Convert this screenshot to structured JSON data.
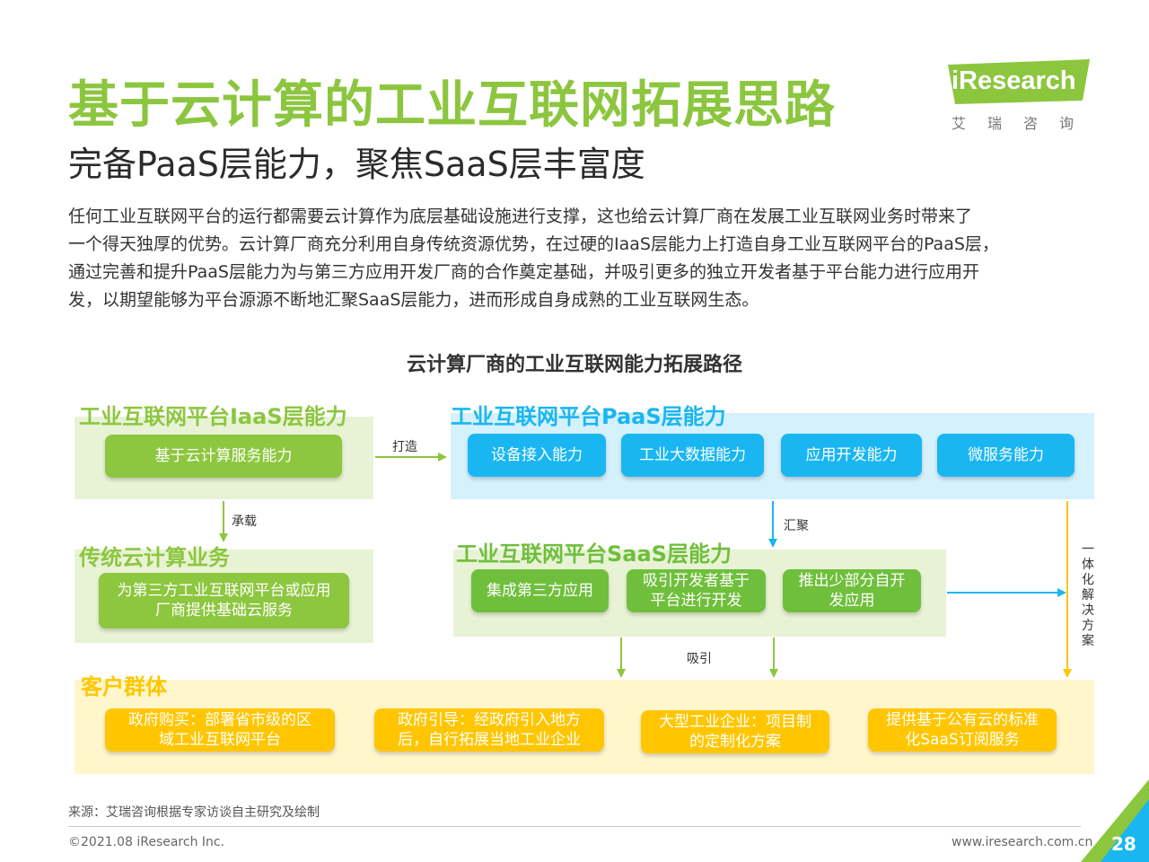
{
  "header": {
    "title": "基于云计算的工业互联网拓展思路",
    "subtitle": "完备PaaS层能力，聚焦SaaS层丰富度"
  },
  "body_lines": [
    "任何工业互联网平台的运行都需要云计算作为底层基础设施进行支撑，这也给云计算厂商在发展工业互联网业务时带来了",
    "一个得天独厚的优势。云计算厂商充分利用自身传统资源优势，在过硬的IaaS层能力上打造自身工业互联网平台的PaaS层，",
    "通过完善和提升PaaS层能力为与第三方应用开发厂商的合作奠定基础，并吸引更多的独立开发者基于平台能力进行应用开",
    "发，以期望能够为平台源源不断地汇聚SaaS层能力，进而形成自身成熟的工业互联网生态。"
  ],
  "logo": {
    "en": "iResearch",
    "cn": "艾瑞咨询"
  },
  "diagram": {
    "title": "云计算厂商的工业互联网能力拓展路径",
    "iaas": {
      "label": "工业互联网平台IaaS层能力",
      "items": [
        "基于云计算服务能力"
      ]
    },
    "traditional": {
      "label": "传统云计算业务",
      "items": [
        "为第三方工业互联网平台或应用厂商提供基础云服务"
      ]
    },
    "paas": {
      "label": "工业互联网平台PaaS层能力",
      "items": [
        "设备接入能力",
        "工业大数据能力",
        "应用开发能力",
        "微服务能力"
      ]
    },
    "saas": {
      "label": "工业互联网平台SaaS层能力",
      "items": [
        "集成第三方应用",
        "吸引开发者基于平台进行开发",
        "推出少部分自开发应用"
      ]
    },
    "customers": {
      "label": "客户群体",
      "items": [
        "政府购买：部署省市级的区域工业互联网平台",
        "政府引导：经政府引入地方后，自行拓展当地工业企业",
        "大型工业企业：项目制的定制化方案",
        "提供基于公有云的标准化SaaS订阅服务"
      ]
    },
    "connectors": {
      "build": "打造",
      "carry": "承载",
      "gather": "汇聚",
      "attract": "吸引",
      "integrated": "一体化解决方案"
    },
    "colors": {
      "iaas_panel": "#e8f3d6",
      "paas_panel": "#d4f1fc",
      "customer_panel": "#fff6cc",
      "green": "#8dc63f",
      "blue": "#19b6f1",
      "yellow": "#ffc600"
    }
  },
  "footer": {
    "source": "来源：艾瑞咨询根据专家访谈自主研究及绘制",
    "copyright": "©2021.08 iResearch Inc.",
    "website": "www.iresearch.com.cn",
    "page": "28"
  }
}
